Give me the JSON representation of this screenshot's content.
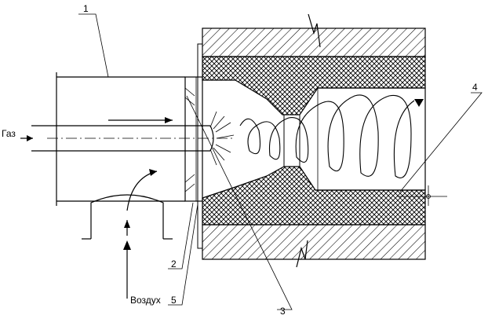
{
  "labels": {
    "gas": "Газ",
    "air": "Воздух",
    "n1": "1",
    "n2": "2",
    "n3": "3",
    "n4": "4",
    "n5": "5"
  },
  "colors": {
    "ink": "#000000",
    "background": "#ffffff"
  }
}
